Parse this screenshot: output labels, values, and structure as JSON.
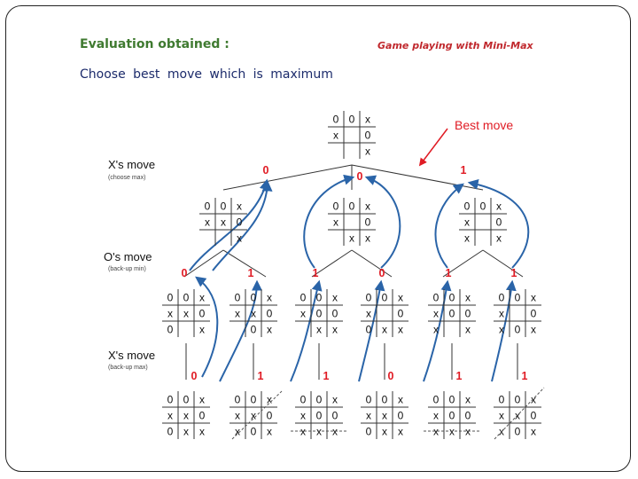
{
  "slide": {
    "heading": "Evaluation obtained :",
    "subtitle": "Game playing with Mini-Max",
    "instruction": "Choose best move which is maximum",
    "best_move_label": "Best move"
  },
  "levels": [
    {
      "title": "X's move",
      "note": "(choose max)"
    },
    {
      "title": "O's move",
      "note": "(back-up min)"
    },
    {
      "title": "X's move",
      "note": "(back-up max)"
    }
  ],
  "root": {
    "board": [
      "0",
      "0",
      "x",
      "x",
      "",
      "0",
      "",
      "",
      "x"
    ]
  },
  "level1": [
    {
      "score": "0",
      "board": [
        "0",
        "0",
        "x",
        "x",
        "x",
        "0",
        "",
        "",
        "x"
      ]
    },
    {
      "score": "0",
      "board": [
        "0",
        "0",
        "x",
        "x",
        "",
        "0",
        "",
        "x",
        "x"
      ]
    },
    {
      "score": "1",
      "board": [
        "0",
        "0",
        "x",
        "x",
        "",
        "0",
        "x",
        "",
        "x"
      ]
    }
  ],
  "level2": [
    {
      "score": "0",
      "board": [
        "0",
        "0",
        "x",
        "x",
        "x",
        "0",
        "0",
        "",
        "x"
      ]
    },
    {
      "score": "1",
      "board": [
        "0",
        "0",
        "x",
        "x",
        "x",
        "0",
        "",
        "0",
        "x"
      ]
    },
    {
      "score": "1",
      "board": [
        "0",
        "0",
        "x",
        "x",
        "0",
        "0",
        "",
        "x",
        "x"
      ]
    },
    {
      "score": "0",
      "board": [
        "0",
        "0",
        "x",
        "x",
        "",
        "0",
        "0",
        "x",
        "x"
      ]
    },
    {
      "score": "1",
      "board": [
        "0",
        "0",
        "x",
        "x",
        "0",
        "0",
        "x",
        "",
        "x"
      ]
    },
    {
      "score": "1",
      "board": [
        "0",
        "0",
        "x",
        "x",
        "",
        "0",
        "x",
        "0",
        "x"
      ]
    }
  ],
  "level3": [
    {
      "score": "0",
      "board": [
        "0",
        "0",
        "x",
        "x",
        "x",
        "0",
        "0",
        "x",
        "x"
      ]
    },
    {
      "score": "1",
      "board": [
        "0",
        "0",
        "x",
        "x",
        "x",
        "0",
        "x",
        "0",
        "x"
      ]
    },
    {
      "score": "1",
      "board": [
        "0",
        "0",
        "x",
        "x",
        "0",
        "0",
        "x",
        "x",
        "x"
      ]
    },
    {
      "score": "0",
      "board": [
        "0",
        "0",
        "x",
        "x",
        "x",
        "0",
        "0",
        "x",
        "x"
      ]
    },
    {
      "score": "1",
      "board": [
        "0",
        "0",
        "x",
        "x",
        "0",
        "0",
        "x",
        "x",
        "x"
      ]
    },
    {
      "score": "1",
      "board": [
        "0",
        "0",
        "x",
        "x",
        "x",
        "0",
        "x",
        "0",
        "x"
      ]
    }
  ],
  "colors": {
    "heading": "#3f7a30",
    "subtitle": "#c0282d",
    "instruction": "#1c2b6b",
    "score": "#e01b24",
    "arrow": "#2a64a8"
  }
}
